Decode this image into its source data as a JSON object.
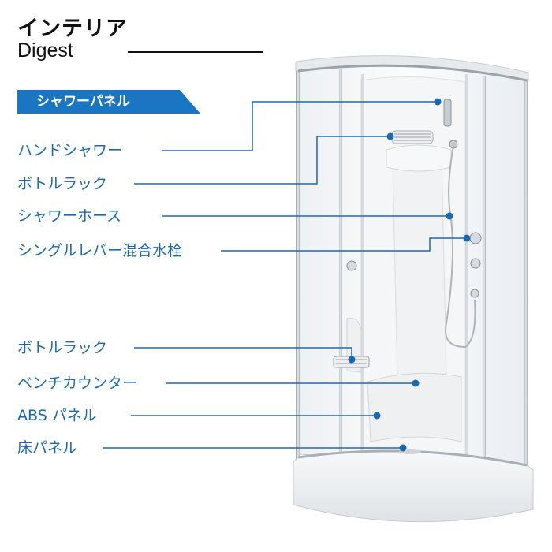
{
  "header": {
    "title_jp": "インテリア",
    "title_en": "Digest"
  },
  "section": {
    "badge": "シャワーパネル"
  },
  "labels": [
    "ハンドシャワー",
    "ボトルラック",
    "シャワーホース",
    "シングルレバー混合水栓",
    "ボトルラック",
    "ベンチカウンター",
    "ABS パネル",
    "床パネル"
  ],
  "colors": {
    "accent": "#1a76c2",
    "label_text": "#1a69b5",
    "title_text": "#111111"
  }
}
